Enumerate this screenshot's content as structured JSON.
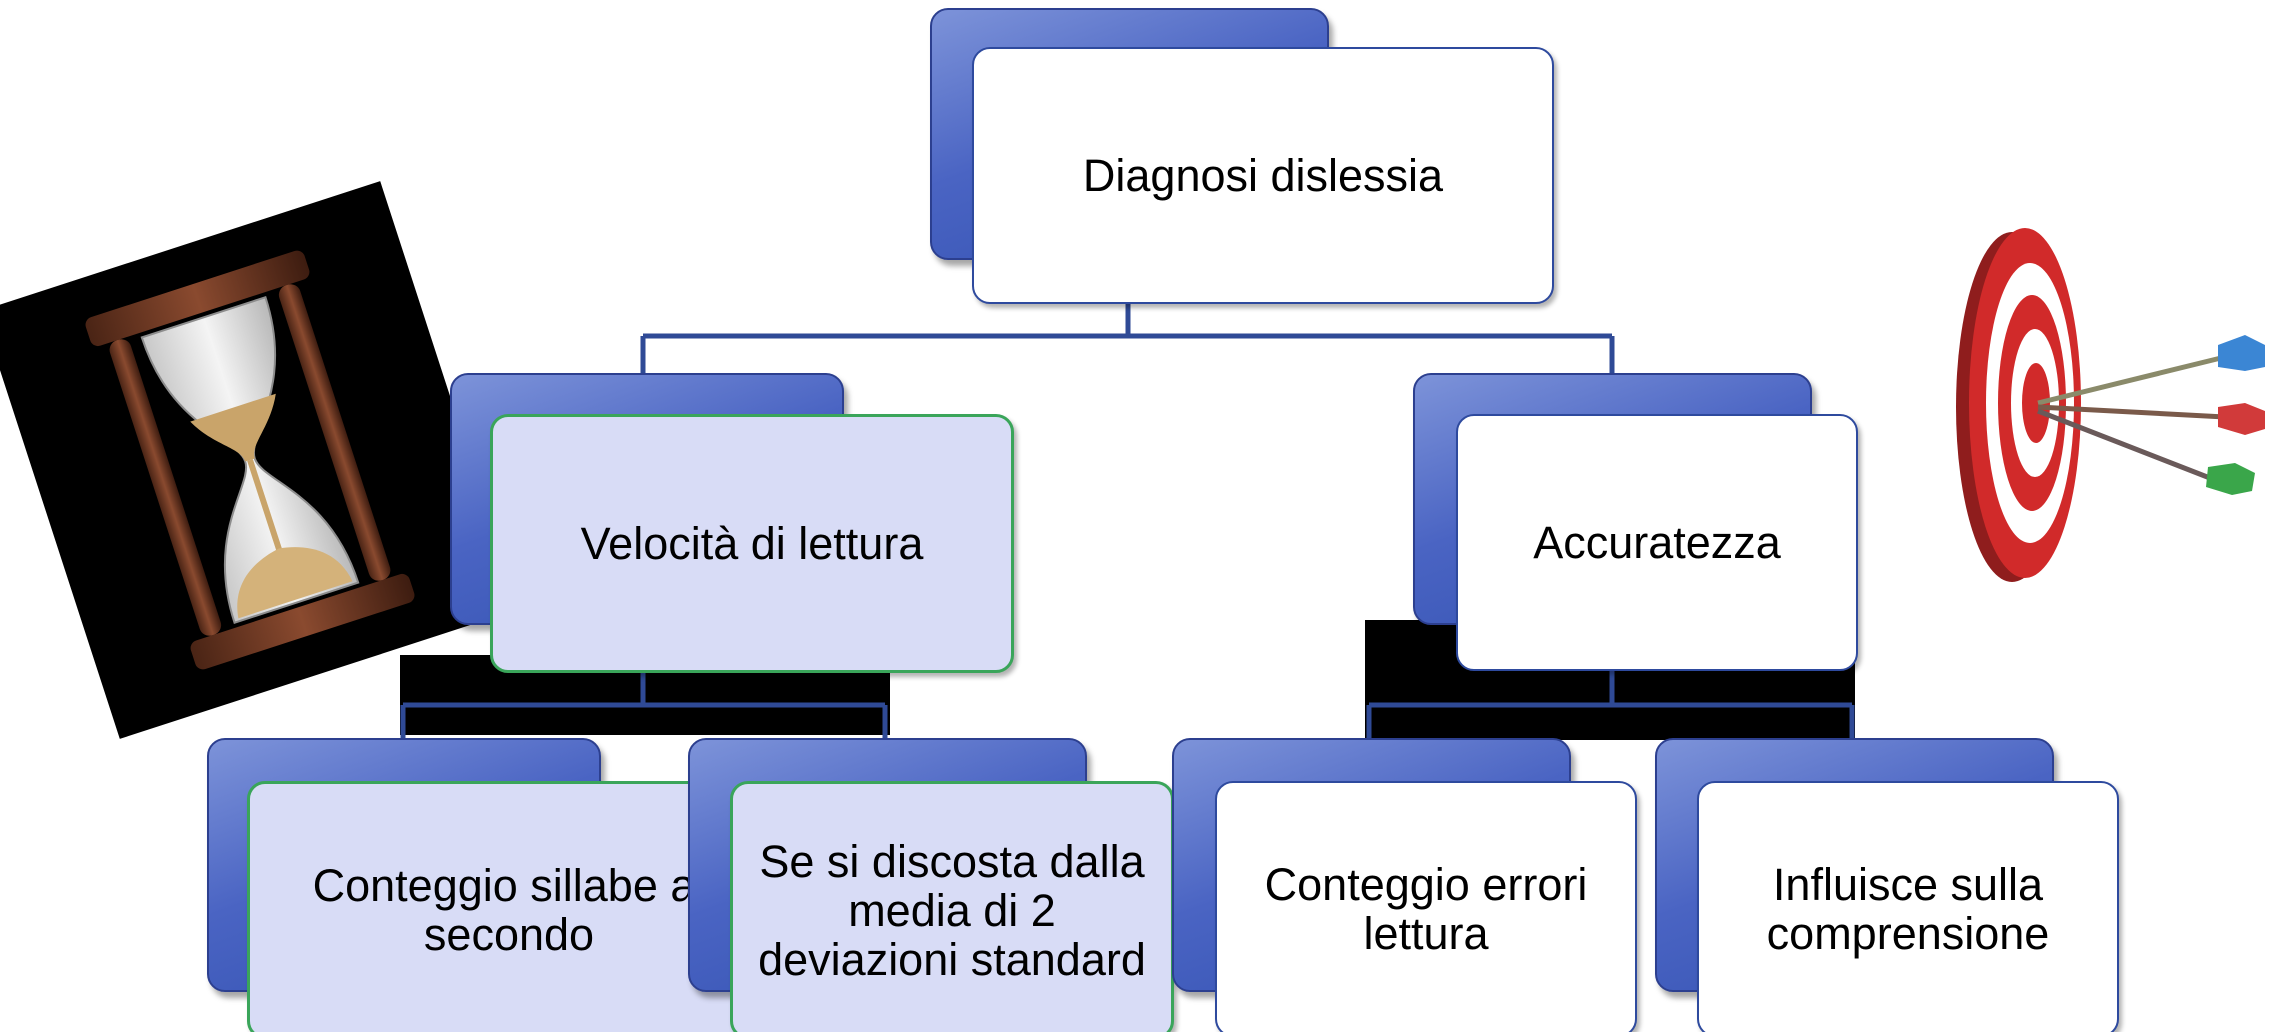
{
  "diagram": {
    "root": {
      "label": "Diagnosi dislessia"
    },
    "branches": [
      {
        "label": "Velocità di lettura",
        "children": [
          {
            "label": "Conteggio sillabe al secondo"
          },
          {
            "label": "Se si discosta dalla media di 2 deviazioni standard"
          }
        ]
      },
      {
        "label": "Accuratezza",
        "children": [
          {
            "label": "Conteggio errori lettura"
          },
          {
            "label": "Influisce sulla comprensione"
          }
        ]
      }
    ]
  },
  "images": {
    "left": {
      "icon": "hourglass-icon"
    },
    "right": {
      "icon": "target-arrows-icon"
    }
  },
  "colors": {
    "card_shadow": "#4a64c3",
    "connector": "#2f4a96",
    "lavender": "#d8dcf6",
    "target_red": "#d12a2a"
  }
}
